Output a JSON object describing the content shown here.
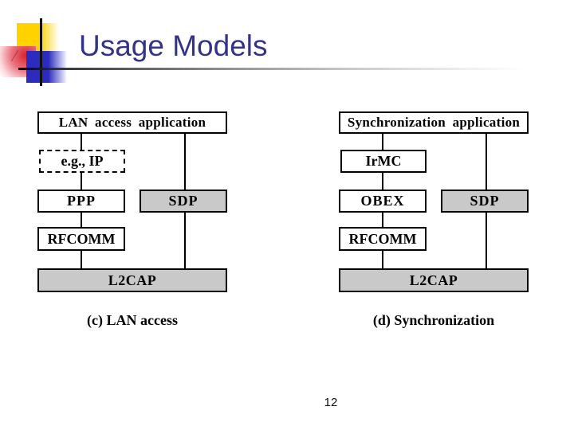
{
  "title": "Usage Models",
  "page_number": "12",
  "colors": {
    "title_text": "#333387",
    "box_fill_gray": "#c9c9c9",
    "box_fill_white": "#ffffff",
    "box_border": "#000000",
    "logo_yellow": "#ffd200",
    "logo_red": "#d9232e",
    "logo_blue": "#2b2bbd"
  },
  "diagrams": [
    {
      "application": "LAN access application",
      "layer2": "e.g., IP",
      "layer3_left": "PPP",
      "layer3_right": "SDP",
      "layer4": "RFCOMM",
      "layer5": "L2CAP",
      "caption": "(c) LAN access"
    },
    {
      "application": "Synchronization application",
      "layer2": "IrMC",
      "layer3_left": "OBEX",
      "layer3_right": "SDP",
      "layer4": "RFCOMM",
      "layer5": "L2CAP",
      "caption": "(d) Synchronization"
    }
  ]
}
